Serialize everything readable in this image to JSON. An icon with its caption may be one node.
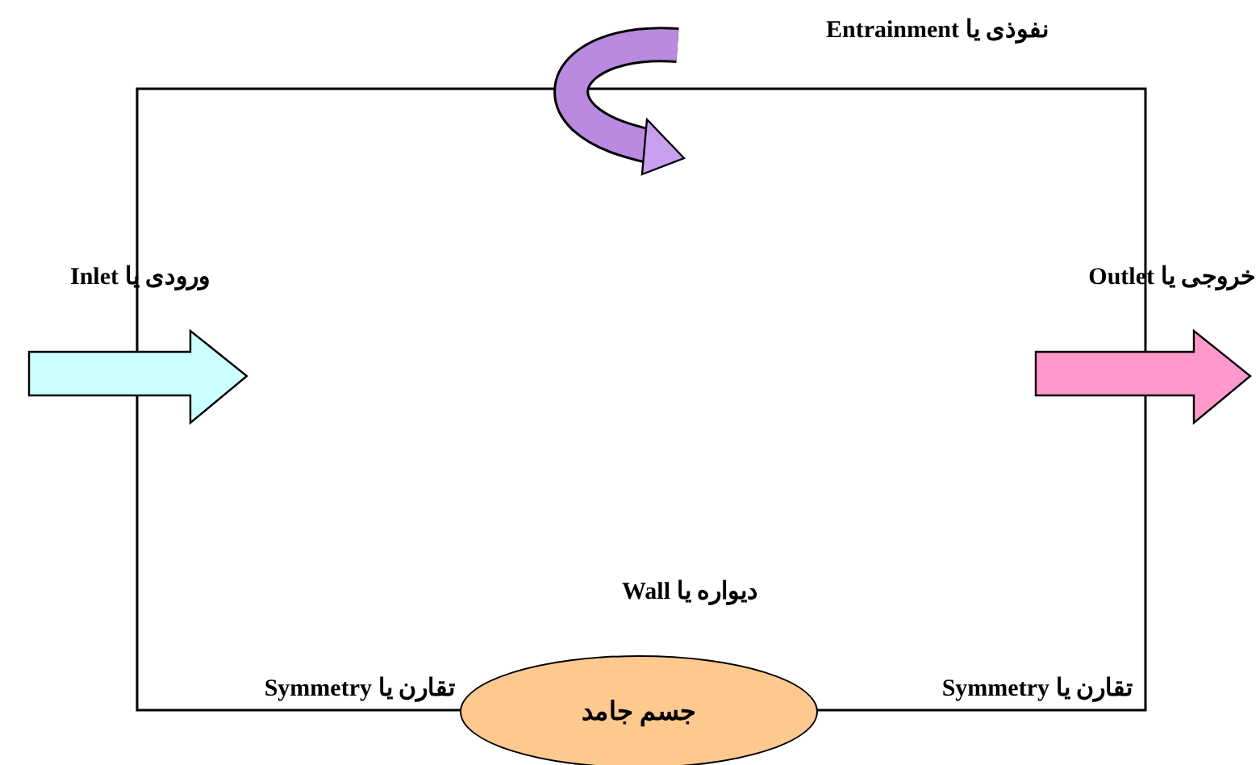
{
  "diagram": {
    "nodes": [
      {
        "text": [
          "جسم جامد"
        ]
      }
    ],
    "edges": [],
    "labels": [
      "نفوذی یا Entrainment",
      "ورودی یا Inlet",
      "خروجی یا Outlet",
      "دیواره یا Wall",
      "تقارن یا Symmetry",
      "تقارن یا Symmetry"
    ]
  }
}
